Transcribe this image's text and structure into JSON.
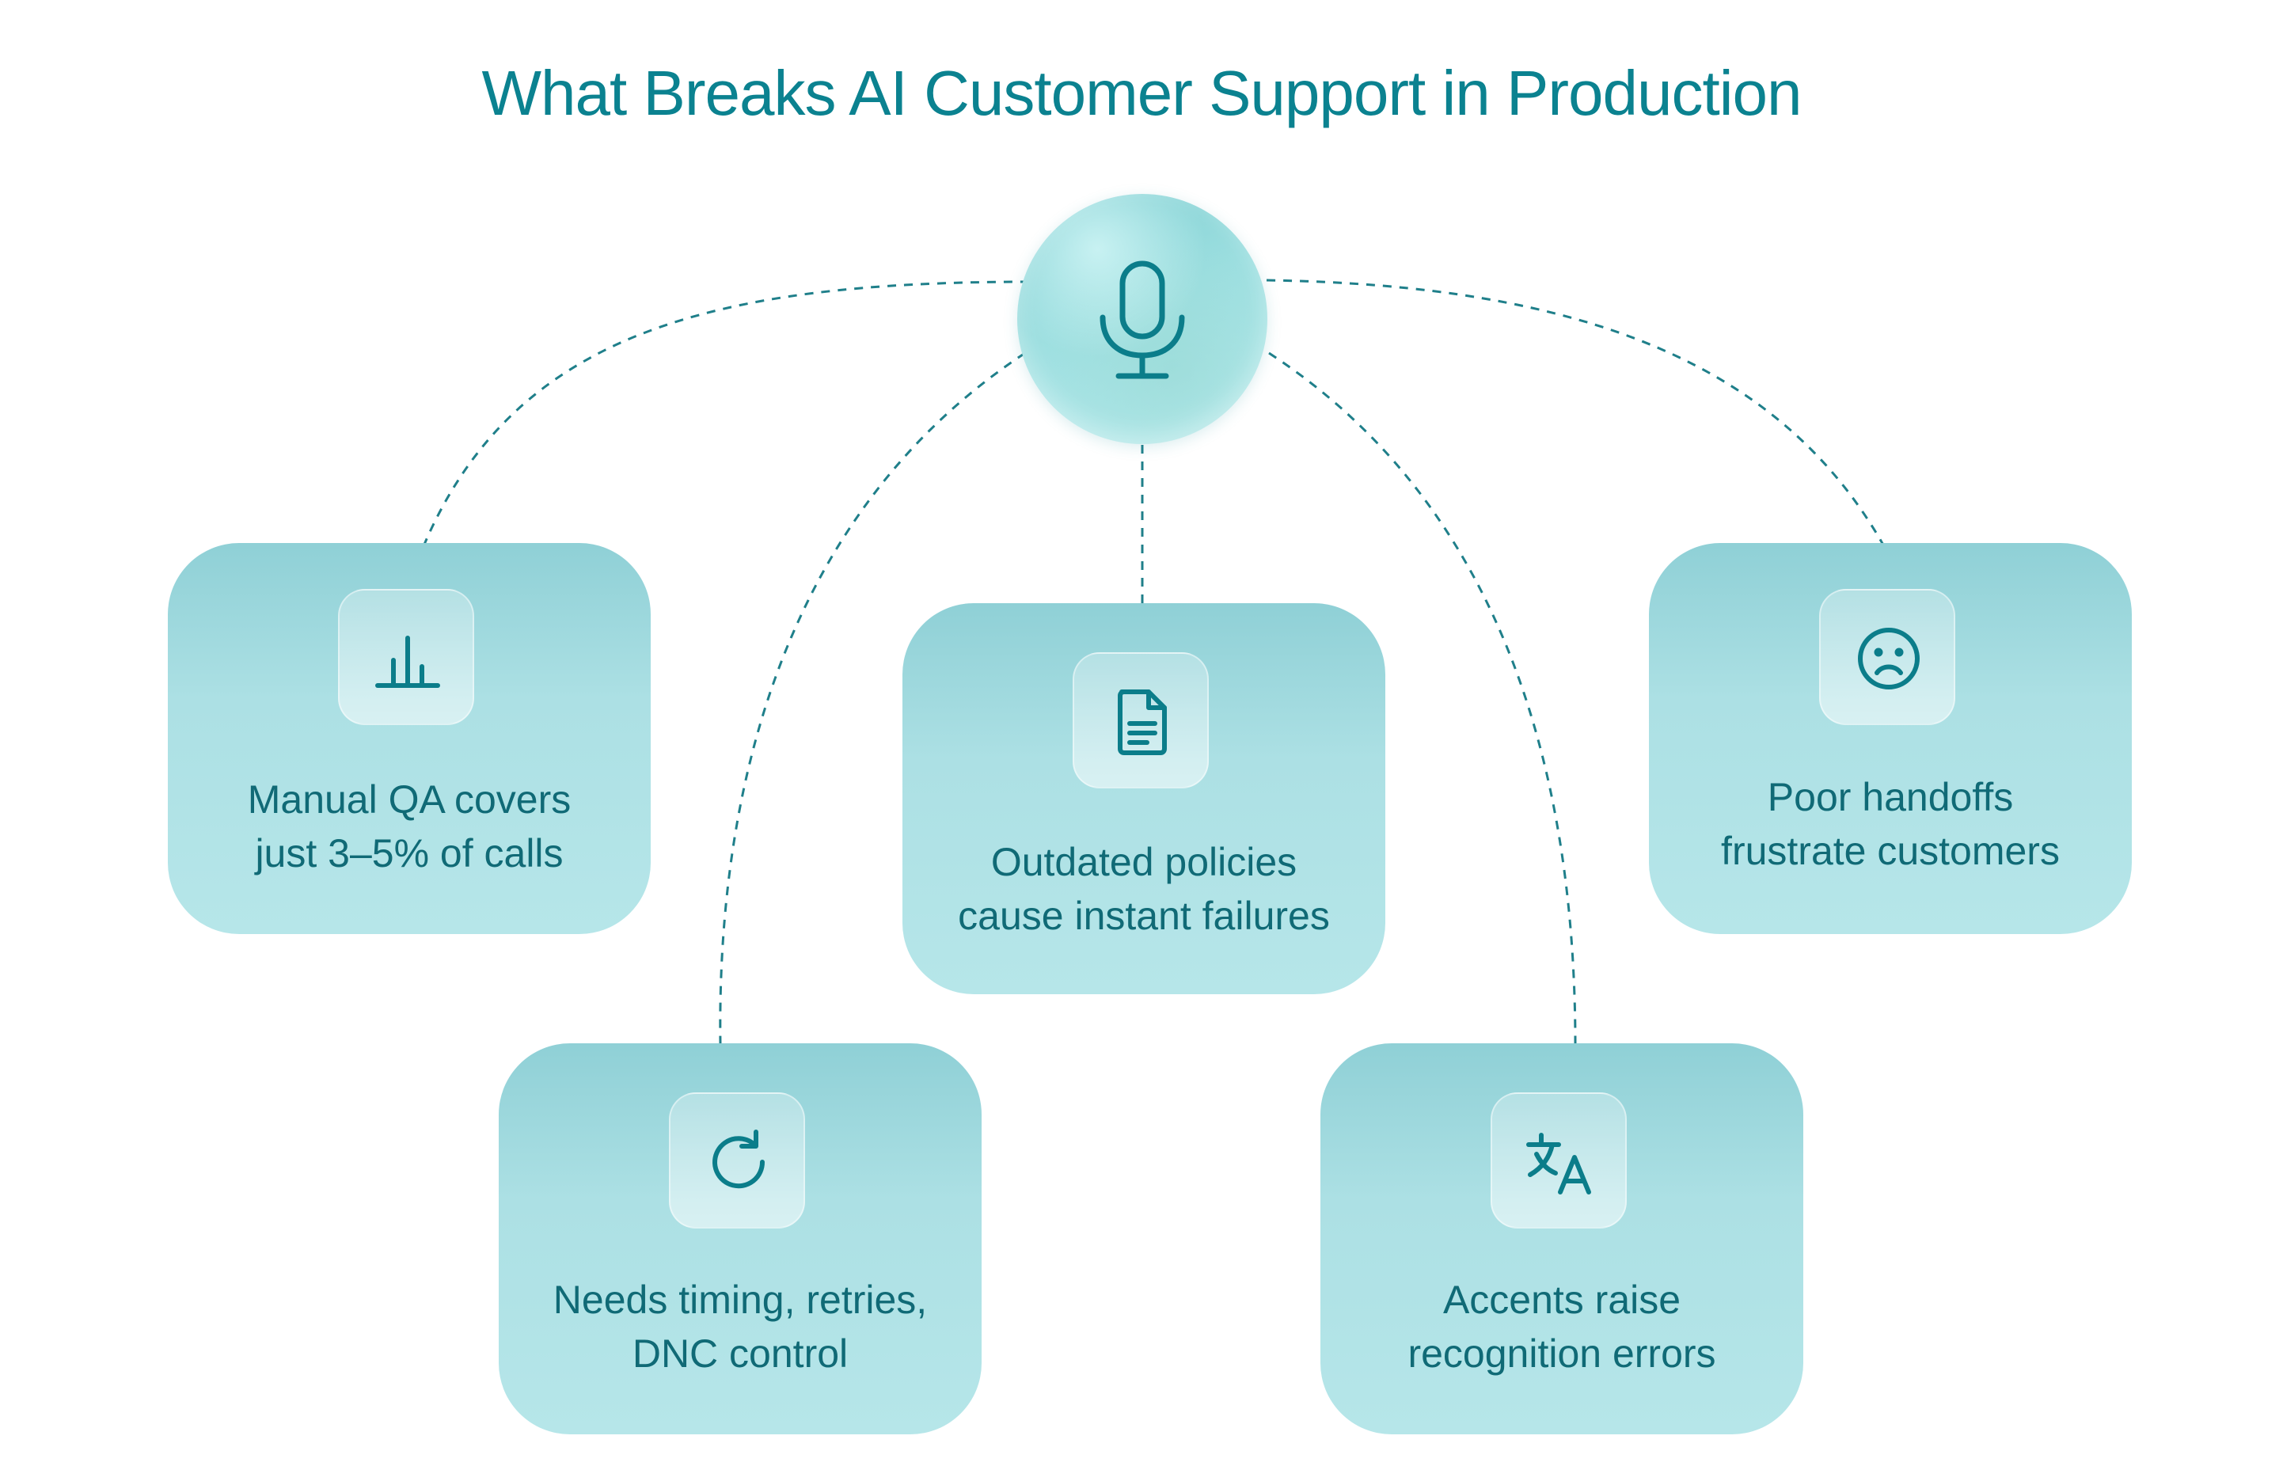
{
  "title": "What Breaks AI Customer Support in Production",
  "hub": {
    "icon": "microphone-icon"
  },
  "cards": [
    {
      "id": "manual-qa",
      "icon": "bar-chart-icon",
      "label": "Manual QA covers\njust 3–5% of calls"
    },
    {
      "id": "outdated-policies",
      "icon": "document-icon",
      "label": "Outdated policies\ncause instant failures"
    },
    {
      "id": "poor-handoffs",
      "icon": "sad-face-icon",
      "label": "Poor handoffs\nfrustrate customers"
    },
    {
      "id": "timing-retries",
      "icon": "refresh-icon",
      "label": "Needs timing, retries,\nDNC control"
    },
    {
      "id": "accents",
      "icon": "translate-icon",
      "label": "Accents raise\nrecognition errors"
    }
  ],
  "colors": {
    "accent": "#0b8290",
    "text": "#106a76",
    "card": "#b6e6e9",
    "connector": "#1f7f8a"
  }
}
